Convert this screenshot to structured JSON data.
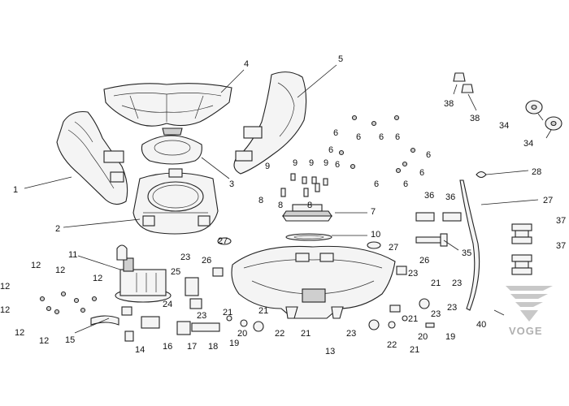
{
  "brand": {
    "logo_text": "VOGE"
  },
  "callouts": {
    "c1": "1",
    "c2": "2",
    "c3": "3",
    "c4": "4",
    "c5": "5",
    "c6": "6",
    "c7": "7",
    "c8": "8",
    "c9": "9",
    "c10": "10",
    "c11": "11",
    "c12": "12",
    "c13": "13",
    "c14": "14",
    "c15": "15",
    "c16": "16",
    "c17": "17",
    "c18": "18",
    "c19": "19",
    "c20": "20",
    "c21": "21",
    "c22": "22",
    "c23": "23",
    "c24": "24",
    "c25": "25",
    "c26": "26",
    "c27": "27",
    "c28": "28",
    "c34": "34",
    "c35": "35",
    "c36": "36",
    "c37": "37",
    "c38": "38",
    "c40": "40"
  }
}
